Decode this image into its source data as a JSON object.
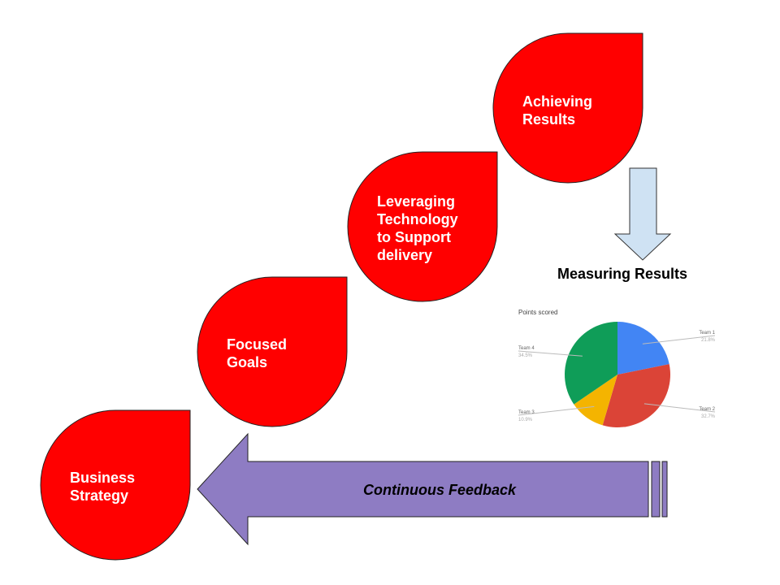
{
  "steps": [
    {
      "lines": [
        "Business",
        "Strategy"
      ]
    },
    {
      "lines": [
        "Focused",
        "Goals"
      ]
    },
    {
      "lines": [
        "Leveraging",
        "Technology",
        "to Support",
        "delivery"
      ]
    },
    {
      "lines": [
        "Achieving",
        "Results"
      ]
    }
  ],
  "measuring_label": "Measuring Results",
  "feedback_label": "Continuous Feedback",
  "colors": {
    "drop": "#ff0000",
    "down_arrow": "#cfe2f3",
    "feedback_arrow": "#8e7cc3"
  },
  "chart_data": {
    "type": "pie",
    "title": "Points scored",
    "categories": [
      "Team 1",
      "Team 2",
      "Team 3",
      "Team 4"
    ],
    "values": [
      21.8,
      32.7,
      10.9,
      34.5
    ],
    "value_labels": [
      "21.8%",
      "32.7%",
      "10.9%",
      "34.5%"
    ],
    "colors": [
      "#4285f4",
      "#db4437",
      "#f4b400",
      "#0f9d58"
    ]
  }
}
